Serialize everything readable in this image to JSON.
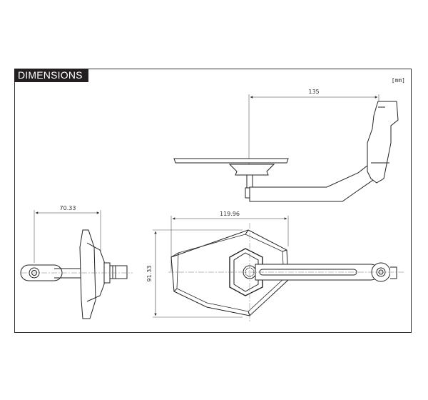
{
  "header": {
    "title": "DIMENSIONS",
    "unit": "[mm]"
  },
  "dimensions": {
    "top_reach": "135",
    "side_length": "70.33",
    "mirror_width": "119.96",
    "mirror_height": "91.33"
  }
}
